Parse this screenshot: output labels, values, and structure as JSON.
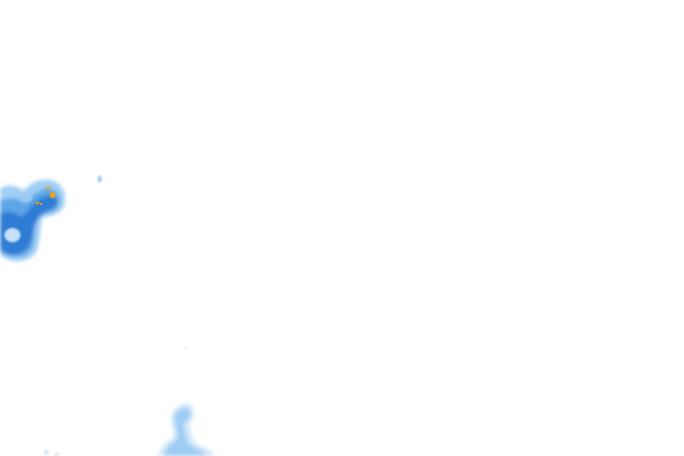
{
  "map": {
    "layer": "precipitation-radar",
    "background_color": "#ffffff",
    "intensity_colors": {
      "very_light": "#cfe6fa",
      "light": "#9ccbf2",
      "moderate": "#5aa3e6",
      "heavy": "#2a78d2",
      "very_heavy": "#1a5fb8",
      "extreme": "#f0a018"
    },
    "cells": [
      {
        "id": "west-cell",
        "peak_intensity": "extreme"
      },
      {
        "id": "south-cell",
        "peak_intensity": "light"
      },
      {
        "id": "scattered-returns",
        "peak_intensity": "very_light"
      }
    ]
  }
}
